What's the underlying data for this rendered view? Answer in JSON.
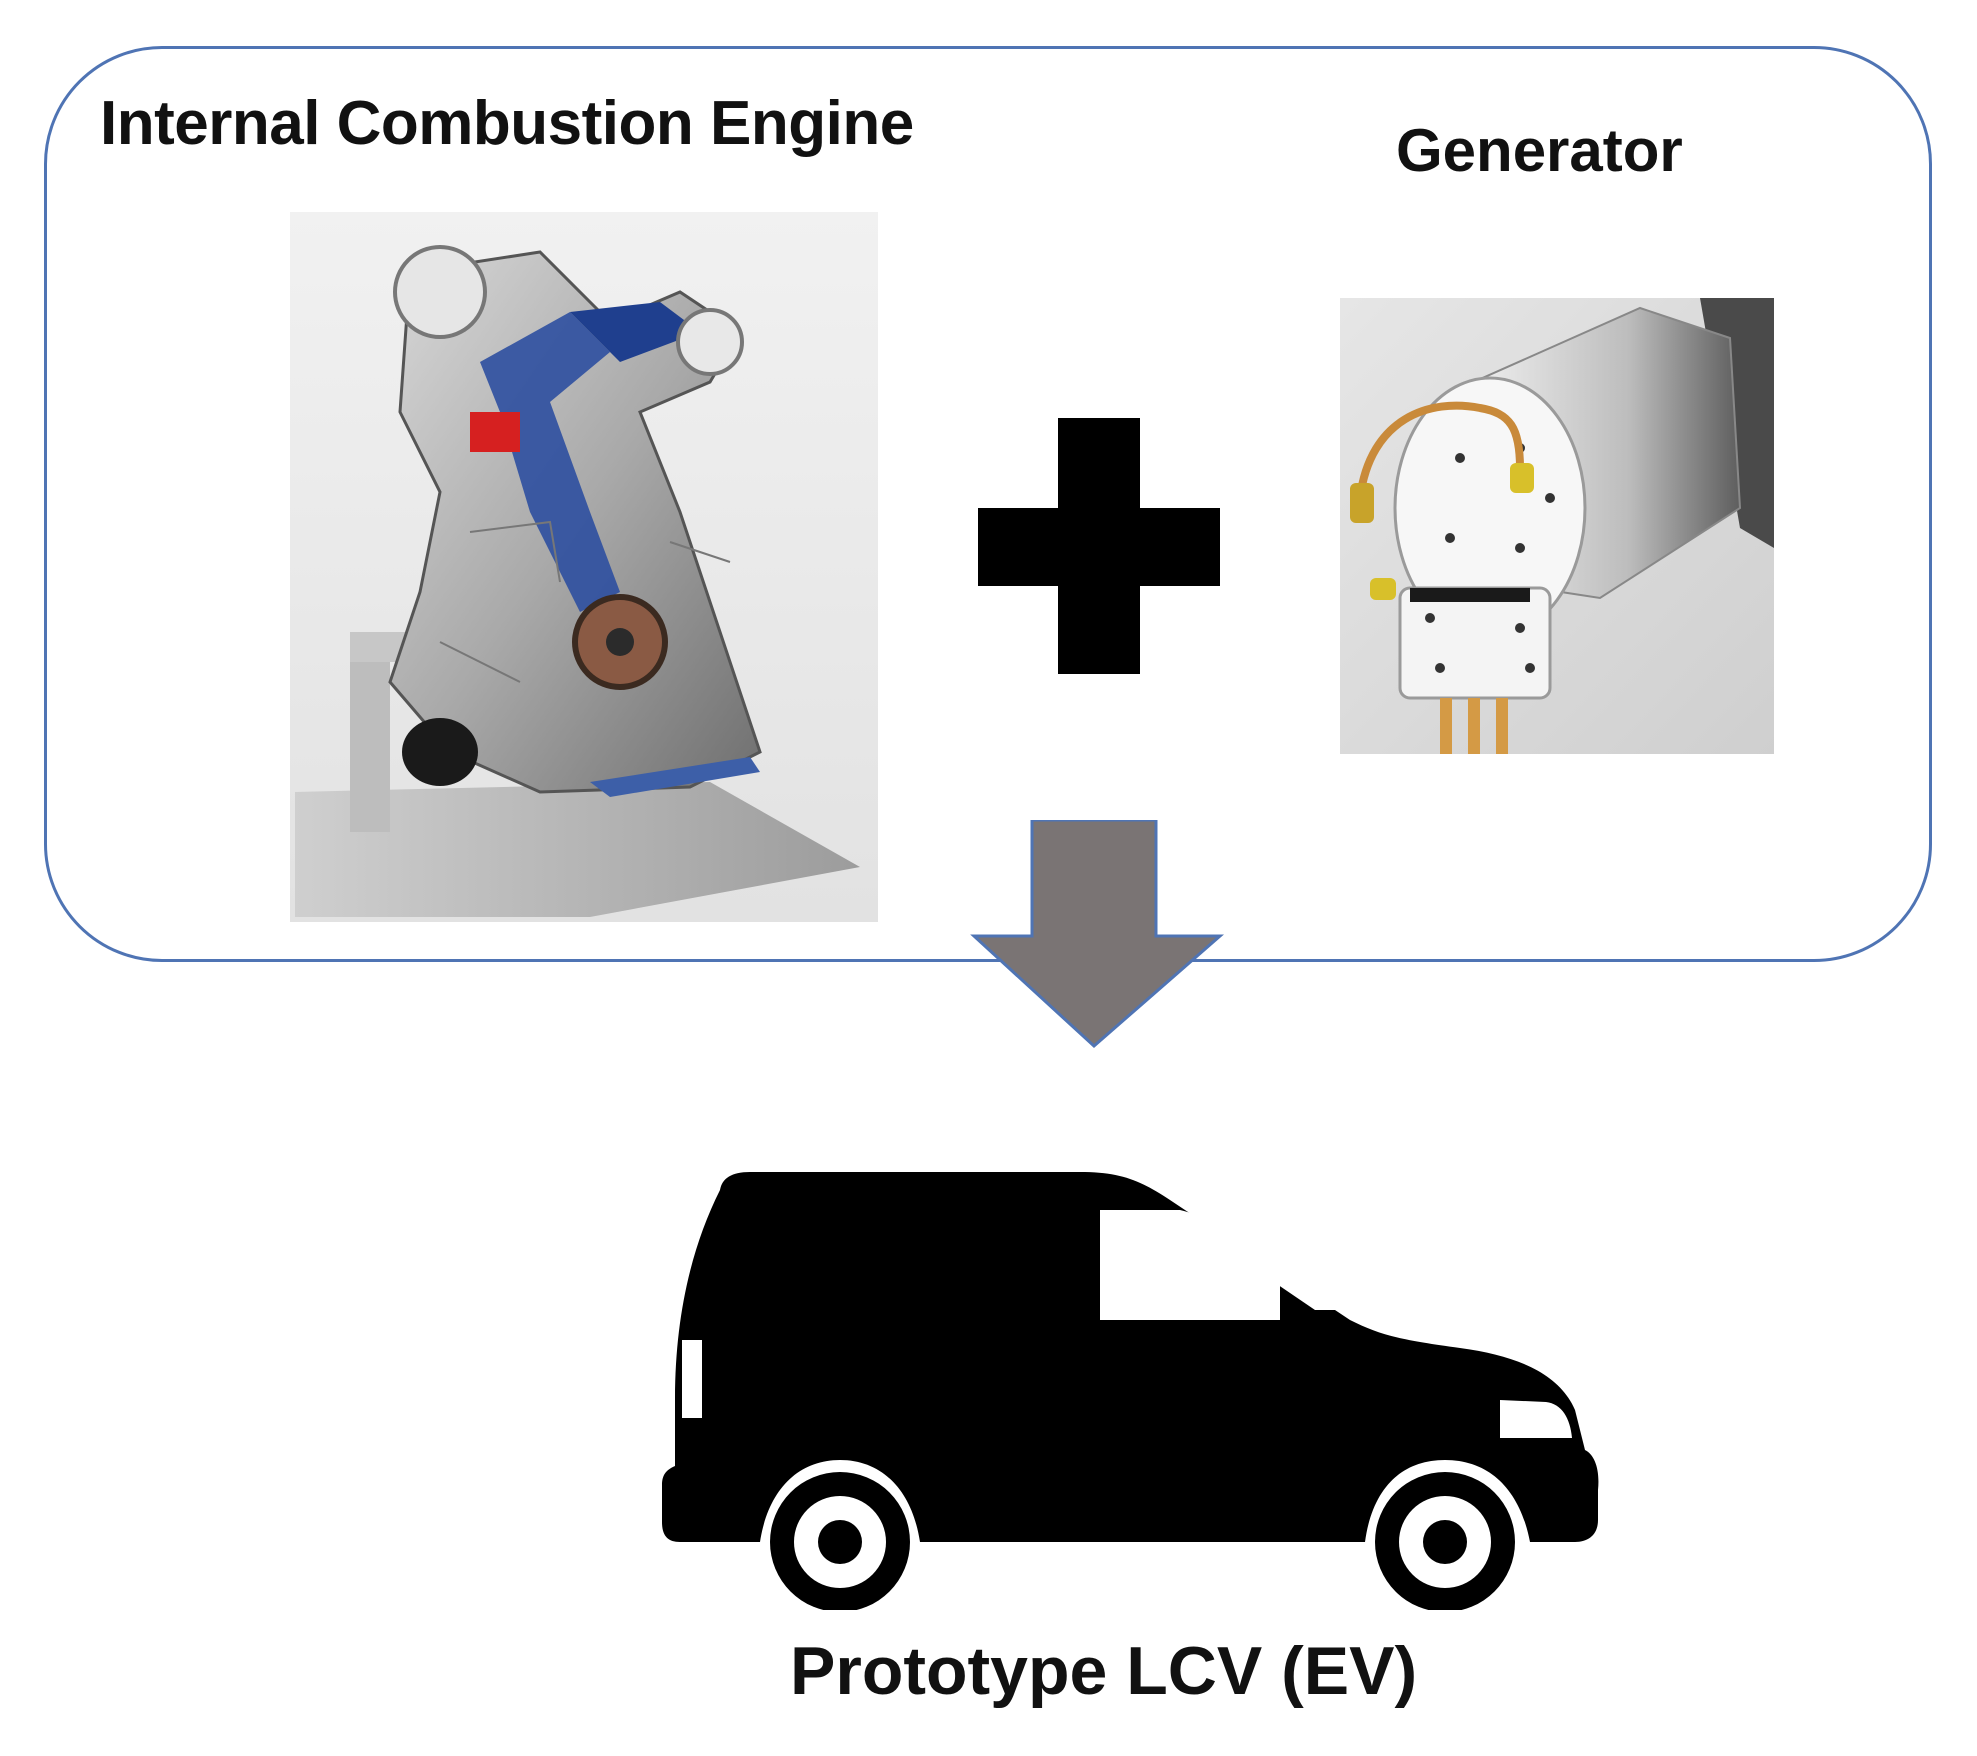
{
  "diagram": {
    "engine_label": "Internal Combustion Engine",
    "generator_label": "Generator",
    "vehicle_label": "Prototype LCV (EV)"
  },
  "colors": {
    "frame_border": "#4f74b4",
    "arrow_fill": "#7a7474",
    "plus_fill": "#000000",
    "van_fill": "#000000"
  },
  "icons": {
    "combine": "plus-icon",
    "flow": "arrow-down-icon",
    "vehicle": "van-icon"
  }
}
